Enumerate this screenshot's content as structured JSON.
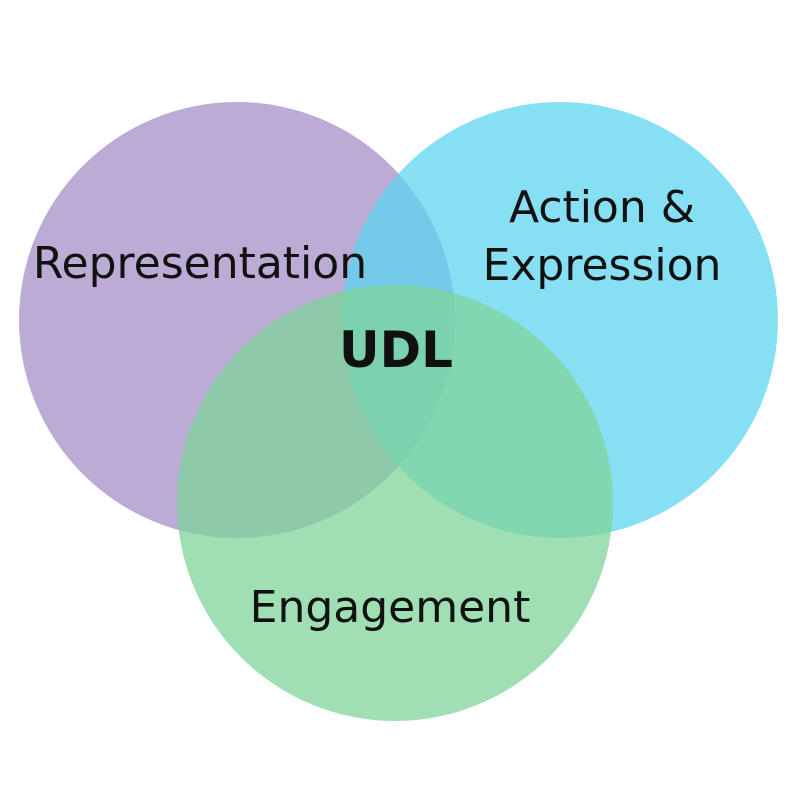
{
  "diagram": {
    "circles": [
      {
        "id": "representation",
        "label": "Representation",
        "color": "#a58fc7"
      },
      {
        "id": "action-expression",
        "label_lines": [
          "Action &",
          "Expression"
        ],
        "color": "#5fd4ef"
      },
      {
        "id": "engagement",
        "label": "Engagement",
        "color": "#7fd49a"
      }
    ],
    "center_label": "UDL",
    "background": "#ffffff"
  }
}
